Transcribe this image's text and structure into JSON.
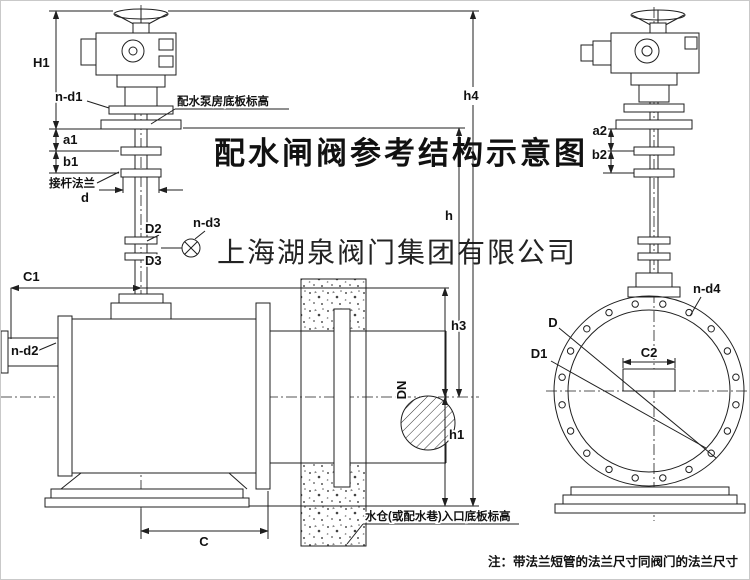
{
  "title": "配水闸阀参考结构示意图",
  "watermark": "上海湖泉阀门集团有限公司",
  "footnote": "注：带法兰短管的法兰尺寸同阀门的法兰尺寸",
  "colors": {
    "title": "#f20d0d",
    "line": "#1f1f1f",
    "watermark": "#3b3b3b"
  },
  "left_view": {
    "dims": {
      "H1": "H1",
      "n_d1": "n-d1",
      "a1": "a1",
      "b1": "b1",
      "d": "d",
      "D2": "D2",
      "n_d3": "n-d3",
      "D3": "D3",
      "C1": "C1",
      "n_d2": "n-d2",
      "DN": "DN",
      "C": "C",
      "h": "h",
      "h1": "h1",
      "h3": "h3",
      "h4": "h4"
    },
    "annotations": {
      "pump_room_floor": "配水泵房底板标高",
      "stem_flange": "接杆法兰",
      "inlet_floor": "水仓(或配水巷)入口底板标高"
    }
  },
  "right_view": {
    "dims": {
      "a2": "a2",
      "b2": "b2",
      "n_d4": "n-d4",
      "D": "D",
      "D1": "D1",
      "C2": "C2"
    }
  }
}
